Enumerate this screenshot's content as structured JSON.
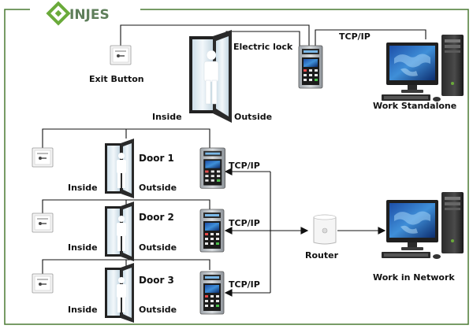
{
  "brand": {
    "logo_text": "INJES",
    "accent": "#6aaa3a"
  },
  "colors": {
    "frame": "#4a7a32",
    "line": "#111111",
    "text": "#111111"
  },
  "standalone": {
    "exit_button": "Exit Button",
    "electric_lock": "Electric lock",
    "inside": "Inside",
    "outside": "Outside",
    "tcpip": "TCP/IP",
    "computer": "Work Standalone"
  },
  "network": {
    "doors": [
      {
        "door": "Door 1",
        "inside": "Inside",
        "outside": "Outside",
        "tcpip": "TCP/IP"
      },
      {
        "door": "Door 2",
        "inside": "Inside",
        "outside": "Outside",
        "tcpip": "TCP/IP"
      },
      {
        "door": "Door 3",
        "inside": "Inside",
        "outside": "Outside",
        "tcpip": "TCP/IP"
      }
    ],
    "router": "Router",
    "computer": "Work in Network"
  }
}
